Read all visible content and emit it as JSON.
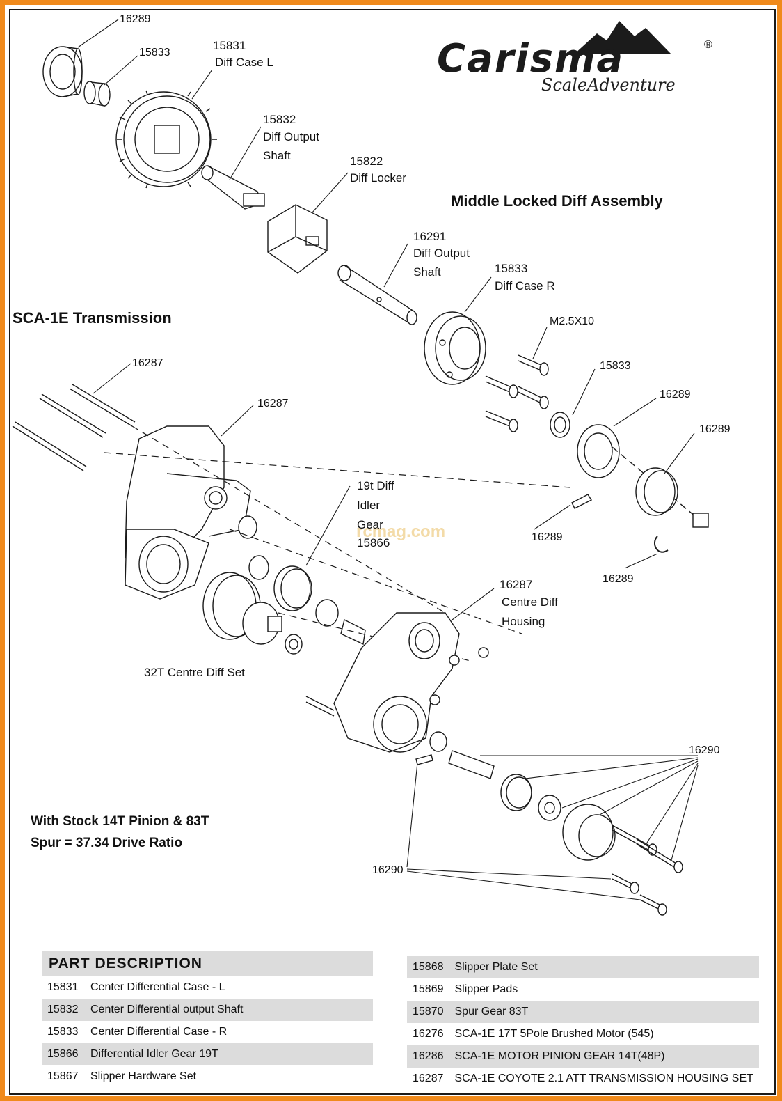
{
  "brand": {
    "logo_word": "Carisma",
    "registered": "®",
    "tagline": "ScaleAdventure"
  },
  "headings": {
    "middle_diff": "Middle Locked Diff Assembly",
    "transmission": "SCA-1E Transmission"
  },
  "watermark": "rcmag.com",
  "callouts": {
    "p16289_top": "16289",
    "p15833_top": "15833",
    "p15831_num": "15831",
    "p15831_name": "Diff Case L",
    "p15832_num": "15832",
    "p15832_name1": "Diff Output",
    "p15832_name2": "Shaft",
    "p15822_num": "15822",
    "p15822_name": "Diff Locker",
    "p16291_num": "16291",
    "p16291_name1": "Diff Output",
    "p16291_name2": "Shaft",
    "p15833_r_num": "15833",
    "p15833_r_name": "Diff Case R",
    "screw_m25": "M2.5X10",
    "p15833_mid": "15833",
    "p16289_a": "16289",
    "p16289_b": "16289",
    "p16287_a": "16287",
    "p16287_b": "16287",
    "idler_1": "19t Diff",
    "idler_2": "Idler",
    "idler_3": "Gear",
    "idler_num": "15866",
    "p16289_c": "16289",
    "p16289_d": "16289",
    "p16287_c": "16287",
    "centre_diff_1": "Centre Diff",
    "centre_diff_2": "Housing",
    "centre_diff_set": "32T Centre Diff Set",
    "p16290_a": "16290",
    "p16290_b": "16290"
  },
  "ratio_note": {
    "line1": "With Stock 14T Pinion & 83T",
    "line2": "Spur = 37.34 Drive Ratio"
  },
  "parts_table": {
    "header": "PART  DESCRIPTION",
    "left": [
      {
        "code": "15831",
        "desc": "Center Differential Case - L"
      },
      {
        "code": "15832",
        "desc": "Center Differential output Shaft"
      },
      {
        "code": "15833",
        "desc": "Center Differential Case - R"
      },
      {
        "code": "15866",
        "desc": "Differential Idler Gear 19T"
      },
      {
        "code": "15867",
        "desc": "Slipper Hardware Set"
      }
    ],
    "right": [
      {
        "code": "15868",
        "desc": "Slipper Plate Set"
      },
      {
        "code": "15869",
        "desc": "Slipper Pads"
      },
      {
        "code": "15870",
        "desc": "Spur Gear 83T"
      },
      {
        "code": "16276",
        "desc": "SCA-1E 17T 5Pole Brushed Motor (545)"
      },
      {
        "code": "16286",
        "desc": "SCA-1E MOTOR PINION GEAR 14T(48P)"
      },
      {
        "code": "16287",
        "desc": "SCA-1E COYOTE 2.1 ATT TRANSMISSION HOUSING SET"
      }
    ]
  }
}
